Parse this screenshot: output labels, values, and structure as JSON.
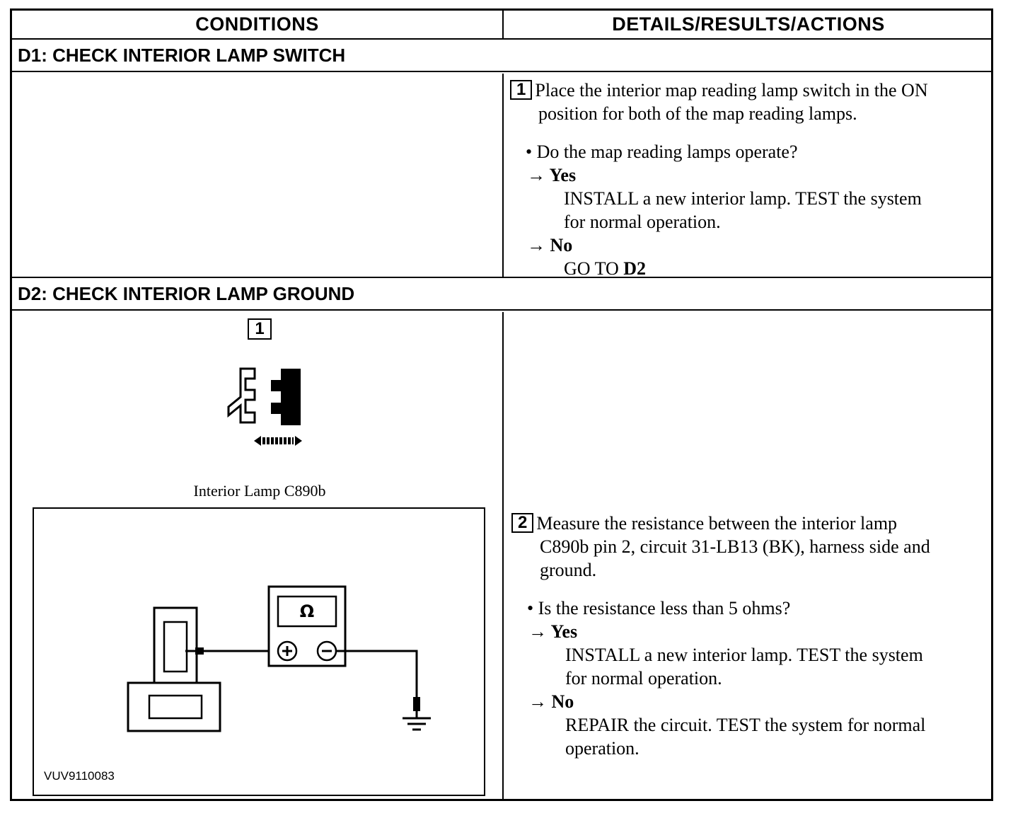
{
  "header": {
    "conditions": "CONDITIONS",
    "details": "DETAILS/RESULTS/ACTIONS"
  },
  "d1": {
    "title": "D1: CHECK INTERIOR LAMP SWITCH",
    "step_number": "1",
    "step_text_line1": "Place the interior map reading lamp switch in the ON",
    "step_text_line2": "position for both of the map reading lamps.",
    "question": "• Do the map reading lamps operate?",
    "yes_label": "→ Yes",
    "yes_action_line1": "INSTALL a new interior lamp. TEST the system",
    "yes_action_line2": "for normal operation.",
    "no_label": "→ No",
    "no_action_prefix": "GO TO ",
    "no_action_target": "D2"
  },
  "d2": {
    "title": "D2: CHECK INTERIOR LAMP GROUND",
    "figure_step": "1",
    "connector_caption": "Interior Lamp C890b",
    "meter_symbol": "Ω",
    "figure_id": "VUV9110083",
    "step_number": "2",
    "step_text_line1": "Measure the resistance between the interior lamp",
    "step_text_line2": "C890b pin 2, circuit 31-LB13 (BK), harness side and",
    "step_text_line3": "ground.",
    "question": "• Is the resistance less than 5 ohms?",
    "yes_label": "→ Yes",
    "yes_action_line1": "INSTALL a new interior lamp. TEST the system",
    "yes_action_line2": "for normal operation.",
    "no_label": "→ No",
    "no_action_line1": "REPAIR the circuit. TEST the system for normal",
    "no_action_line2": "operation."
  }
}
